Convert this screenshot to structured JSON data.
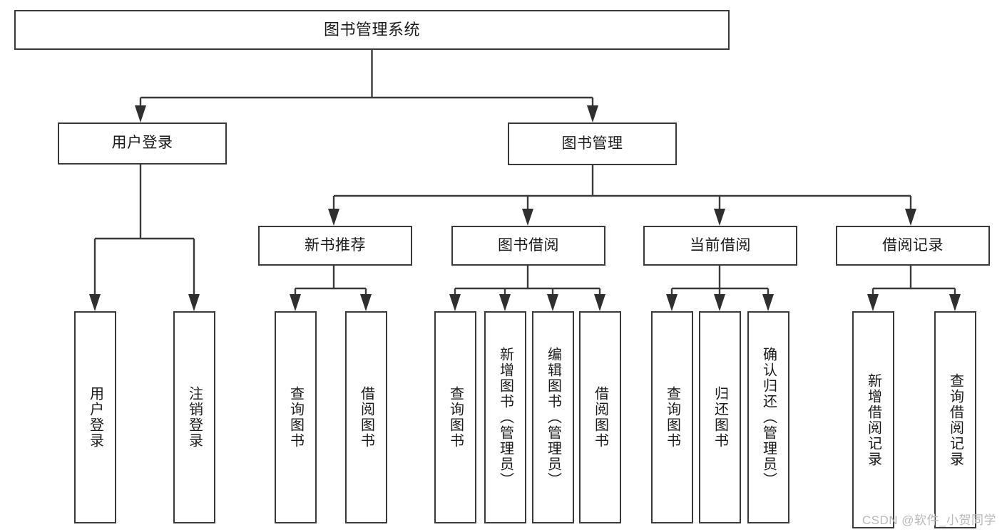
{
  "diagram": {
    "title": "图书管理系统",
    "type": "functional-structure-tree",
    "root": {
      "label": "图书管理系统"
    },
    "level1": [
      {
        "label": "用户登录"
      },
      {
        "label": "图书管理"
      }
    ],
    "level2": [
      {
        "label": "新书推荐"
      },
      {
        "label": "图书借阅"
      },
      {
        "label": "当前借阅"
      },
      {
        "label": "借阅记录"
      }
    ],
    "leaves": {
      "user_login": [
        {
          "label": "用户登录"
        },
        {
          "label": "注销登录"
        }
      ],
      "new_book_recommend": [
        {
          "label": "查询图书"
        },
        {
          "label": "借阅图书"
        }
      ],
      "book_borrow": [
        {
          "label": "查询图书"
        },
        {
          "label": "新增图书（管理员）"
        },
        {
          "label": "编辑图书（管理员）"
        },
        {
          "label": "借阅图书"
        }
      ],
      "current_borrow": [
        {
          "label": "查询图书"
        },
        {
          "label": "归还图书"
        },
        {
          "label": "确认归还（管理员）"
        }
      ],
      "borrow_record": [
        {
          "label": "新增借阅记录"
        },
        {
          "label": "查询借阅记录"
        }
      ]
    }
  },
  "watermark": {
    "text": "CSDN @软件_小贺同学"
  },
  "colors": {
    "stroke": "#3a3a3a",
    "text": "#1b1b1b",
    "background": "#ffffff",
    "watermark": "#b9b9b9"
  }
}
